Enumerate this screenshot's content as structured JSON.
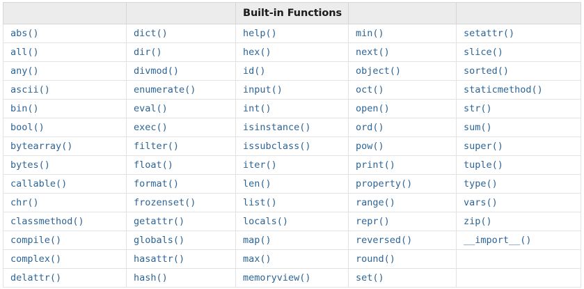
{
  "table": {
    "title": "Built-in Functions",
    "title_column_index": 2,
    "column_count": 5,
    "row_count": 14,
    "accent_text_color": "#2c6496",
    "header_background_color": "#ececec",
    "header_text_color": "#1c1c1c",
    "border_color": "#d6d6d6",
    "cell_border_color": "#e2e2e2",
    "background_color": "#ffffff",
    "header_cells": [
      "",
      "",
      "Built-in Functions",
      "",
      ""
    ],
    "rows": [
      [
        "abs()",
        "dict()",
        "help()",
        "min()",
        "setattr()"
      ],
      [
        "all()",
        "dir()",
        "hex()",
        "next()",
        "slice()"
      ],
      [
        "any()",
        "divmod()",
        "id()",
        "object()",
        "sorted()"
      ],
      [
        "ascii()",
        "enumerate()",
        "input()",
        "oct()",
        "staticmethod()"
      ],
      [
        "bin()",
        "eval()",
        "int()",
        "open()",
        "str()"
      ],
      [
        "bool()",
        "exec()",
        "isinstance()",
        "ord()",
        "sum()"
      ],
      [
        "bytearray()",
        "filter()",
        "issubclass()",
        "pow()",
        "super()"
      ],
      [
        "bytes()",
        "float()",
        "iter()",
        "print()",
        "tuple()"
      ],
      [
        "callable()",
        "format()",
        "len()",
        "property()",
        "type()"
      ],
      [
        "chr()",
        "frozenset()",
        "list()",
        "range()",
        "vars()"
      ],
      [
        "classmethod()",
        "getattr()",
        "locals()",
        "repr()",
        "zip()"
      ],
      [
        "compile()",
        "globals()",
        "map()",
        "reversed()",
        "__import__()"
      ],
      [
        "complex()",
        "hasattr()",
        "max()",
        "round()",
        ""
      ],
      [
        "delattr()",
        "hash()",
        "memoryview()",
        "set()",
        ""
      ]
    ]
  }
}
